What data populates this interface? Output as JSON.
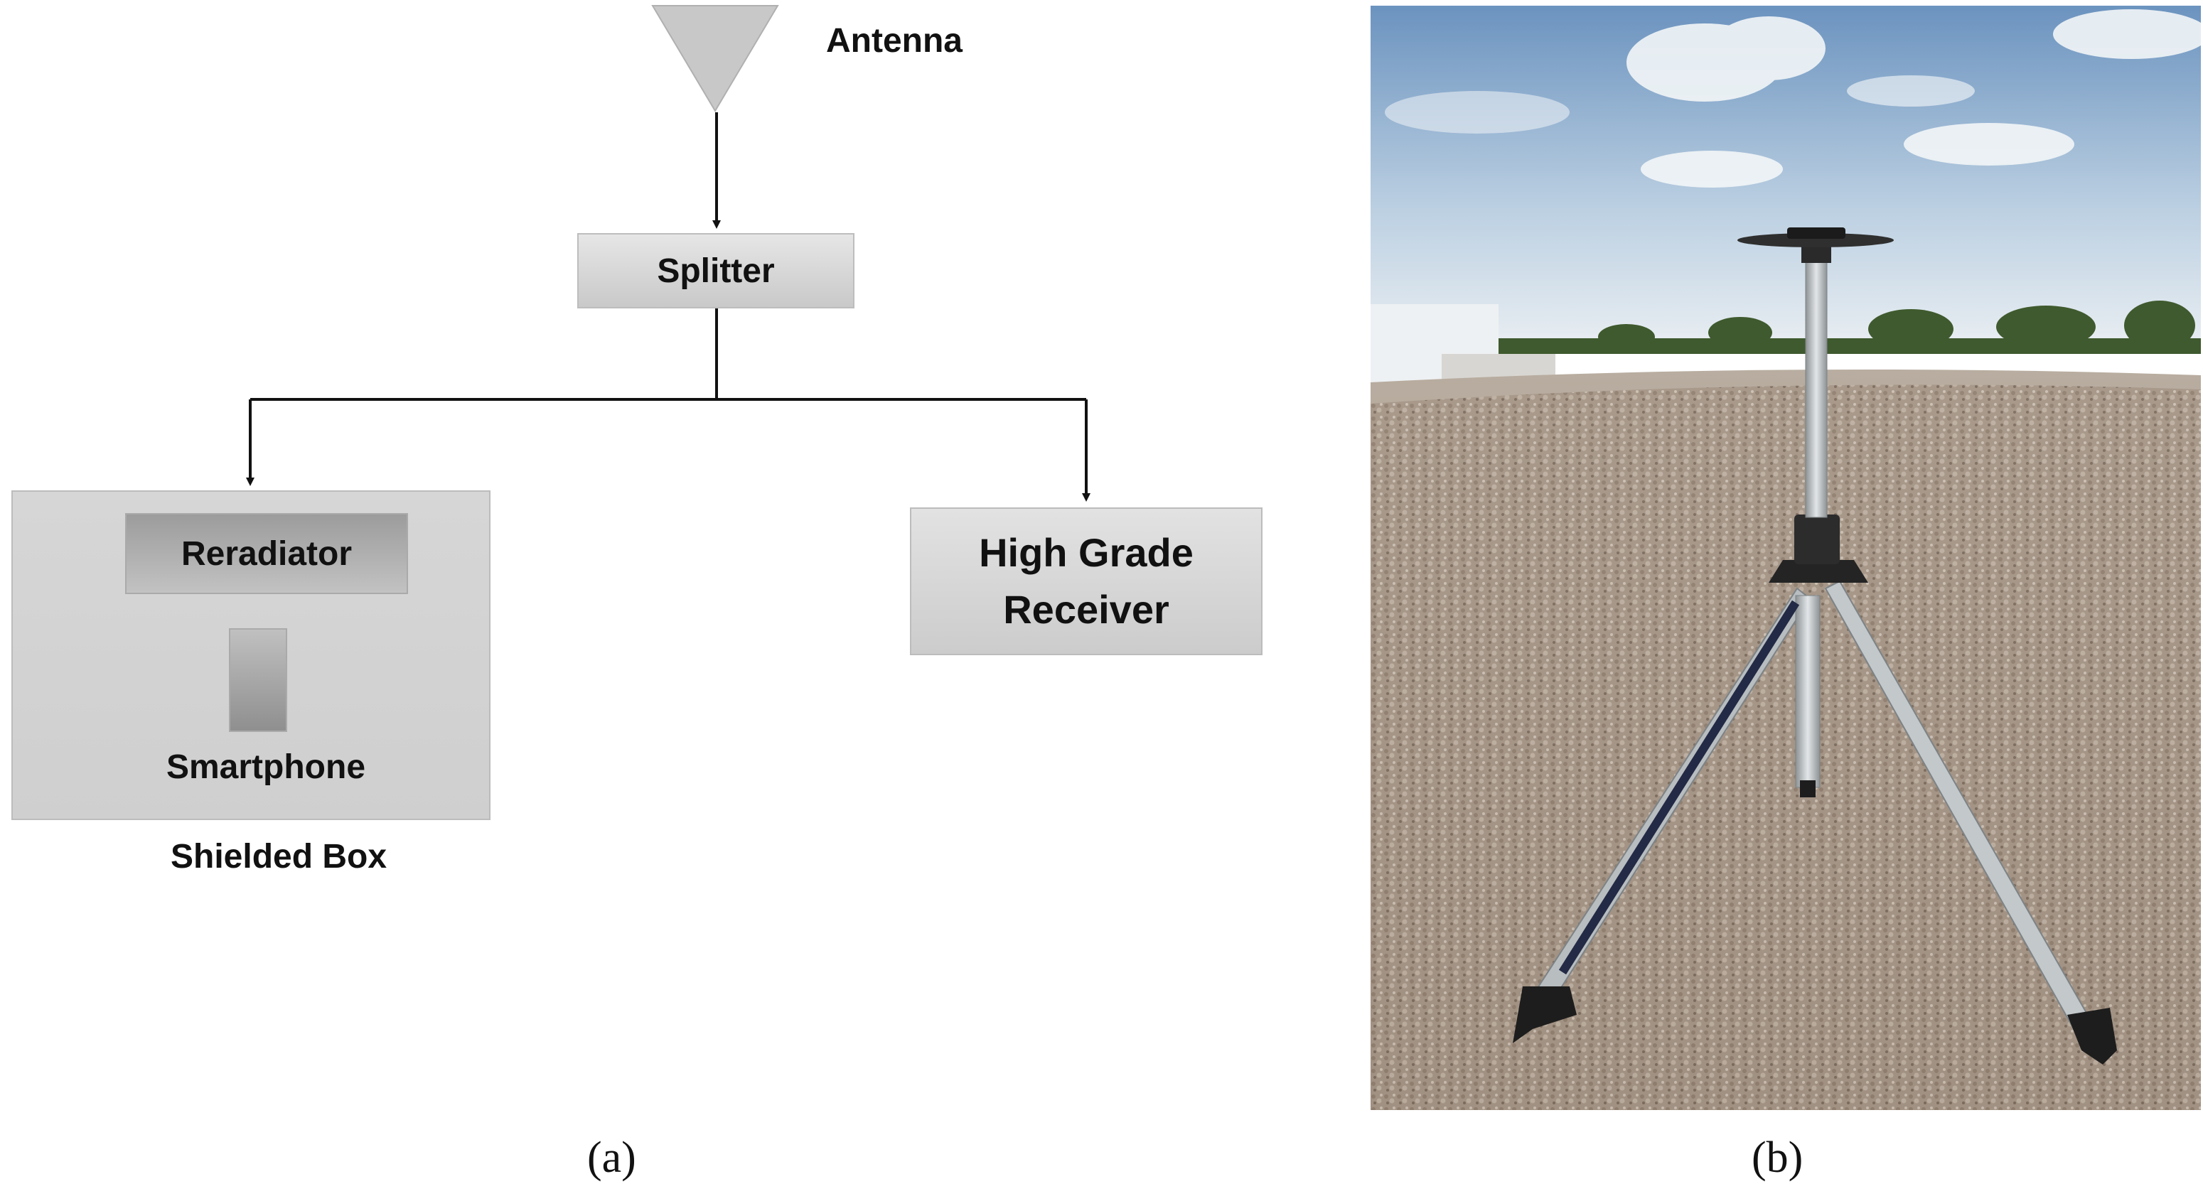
{
  "diagram": {
    "antenna_label": "Antenna",
    "splitter_label": "Splitter",
    "reradiator_label": "Reradiator",
    "smartphone_label": "Smartphone",
    "shielded_box_label": "Shielded Box",
    "receiver_label_line1": "High Grade",
    "receiver_label_line2": "Receiver"
  },
  "captions": {
    "a": "(a)",
    "b": "(b)"
  },
  "colors": {
    "sky_top": "#6b93bf",
    "sky_bottom": "#e9eef2",
    "gravel": "#a39384",
    "tripod_leg": "#b8bdc0"
  }
}
